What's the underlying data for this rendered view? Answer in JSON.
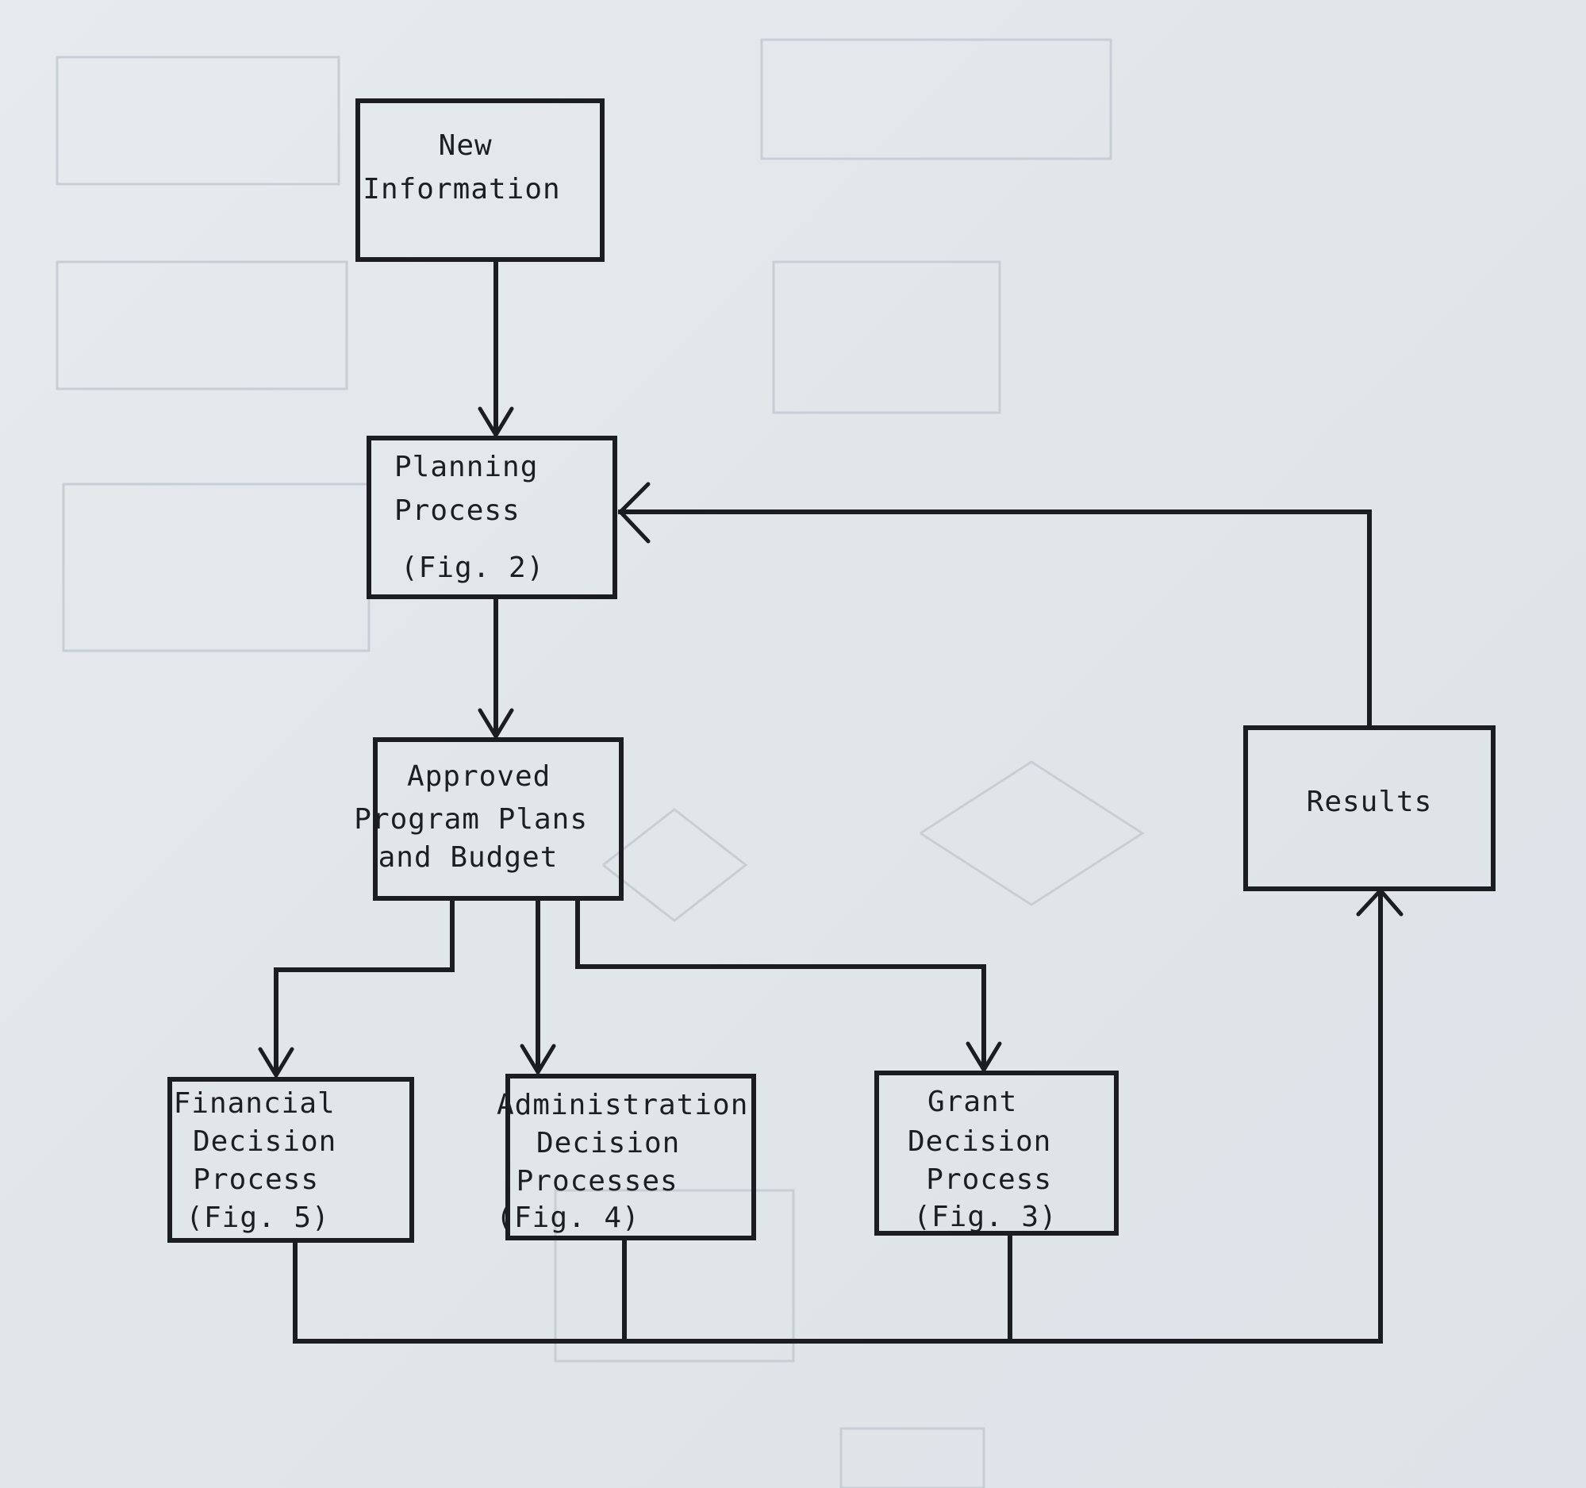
{
  "diagram": {
    "nodes": {
      "new_information": {
        "lines": [
          "New",
          "Information"
        ]
      },
      "planning_process": {
        "lines": [
          "Planning",
          "Process",
          "(Fig. 2)"
        ]
      },
      "approved_plans": {
        "lines": [
          "Approved",
          "Program Plans",
          "and Budget"
        ]
      },
      "financial_decision": {
        "lines": [
          "Financial",
          "Decision",
          "Process",
          "(Fig. 5)"
        ]
      },
      "administration_decision": {
        "lines": [
          "Administration",
          "Decision",
          "Processes",
          "(Fig. 4)"
        ]
      },
      "grant_decision": {
        "lines": [
          "Grant",
          "Decision",
          "Process",
          "(Fig. 3)"
        ]
      },
      "results": {
        "lines": [
          "Results"
        ]
      }
    },
    "edges": [
      {
        "from": "new_information",
        "to": "planning_process"
      },
      {
        "from": "planning_process",
        "to": "approved_plans"
      },
      {
        "from": "approved_plans",
        "to": "financial_decision"
      },
      {
        "from": "approved_plans",
        "to": "administration_decision"
      },
      {
        "from": "approved_plans",
        "to": "grant_decision"
      },
      {
        "from": "financial_decision",
        "to": "results"
      },
      {
        "from": "administration_decision",
        "to": "results"
      },
      {
        "from": "grant_decision",
        "to": "results"
      },
      {
        "from": "results",
        "to": "planning_process"
      }
    ]
  }
}
